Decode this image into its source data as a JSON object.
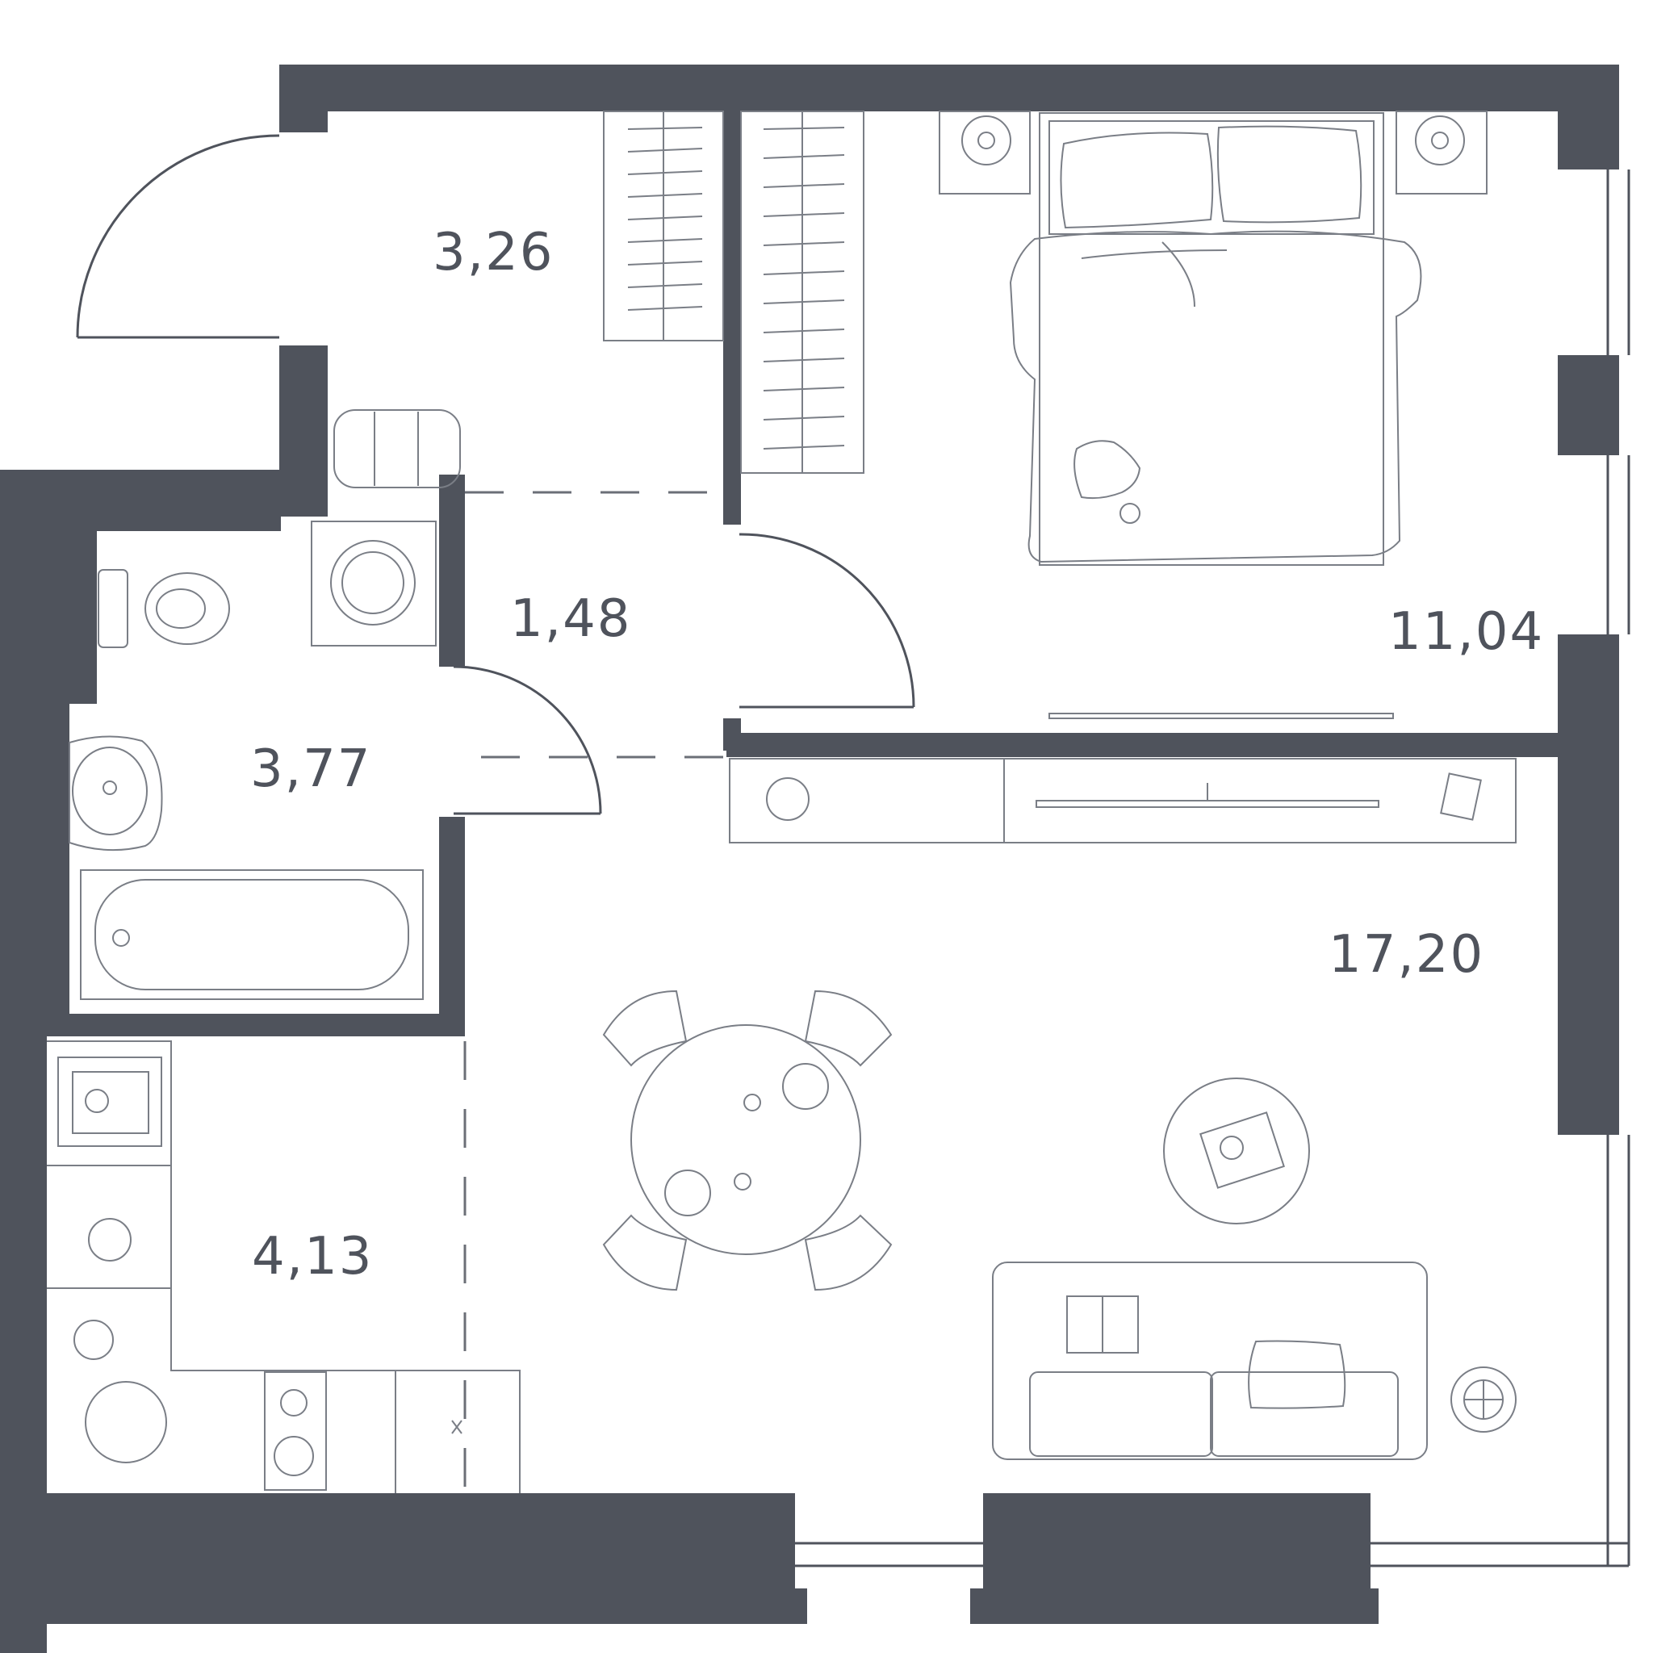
{
  "colors": {
    "wall": "#4f535c",
    "line": "#6b6f77",
    "furniture": "#7a7e86",
    "background": "#ffffff"
  },
  "rooms": [
    {
      "id": "entrance-hall",
      "area": "3,26"
    },
    {
      "id": "corridor",
      "area": "1,48"
    },
    {
      "id": "bathroom",
      "area": "3,77"
    },
    {
      "id": "bedroom",
      "area": "11,04"
    },
    {
      "id": "living-room",
      "area": "17,20"
    },
    {
      "id": "kitchen",
      "area": "4,13"
    }
  ]
}
